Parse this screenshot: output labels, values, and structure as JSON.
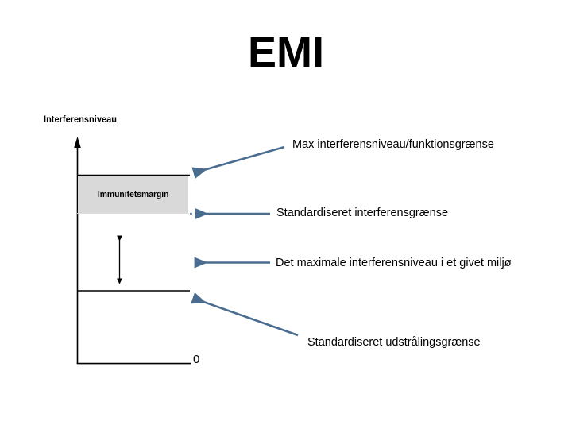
{
  "slide": {
    "title": "EMI",
    "background_color": "#ffffff"
  },
  "chart_data": {
    "type": "diagram",
    "title": "EMI",
    "ylabel": "Interferensniveau",
    "xlabel": "",
    "axis": {
      "y_axis_arrow": true,
      "x_baseline_tick_label": "0"
    },
    "bands": [
      {
        "name": "Immunitetsmargin",
        "label": "Immunitetsmargin",
        "fill_color": "#d9d9d9",
        "top_level_name": "Max interferensniveau/funktionsgrænse",
        "bottom_level_name": "Standardiseret interferensgrænse"
      }
    ],
    "levels": [
      {
        "id": "max-interference",
        "label": "Max interferensniveau/funktionsgrænse",
        "order": 1
      },
      {
        "id": "standard-interference",
        "label": "Standardiseret interferensgrænse",
        "order": 2
      },
      {
        "id": "max-environment",
        "label": "Det maximale interferensniveau i et givet miljø",
        "order": 3
      },
      {
        "id": "standard-emission",
        "label": "Standardiseret udstrålingsgrænse",
        "order": 4
      }
    ],
    "margin_arrow": {
      "name": "immunity-margin-span",
      "double_headed": true,
      "color": "#000000"
    },
    "connector_color": "#4a6c8f",
    "grid": false,
    "legend": false
  },
  "callouts": {
    "max_interference": "Max interferensniveau/funktionsgrænse",
    "standard_interference": "Standardiseret interferensgrænse",
    "max_environment": "Det maximale interferensniveau i et givet miljø",
    "standard_emission": "Standardiseret udstrålingsgrænse"
  },
  "labels": {
    "y_axis": "Interferensniveau",
    "immunity_margin": "Immunitetsmargin",
    "zero": "0"
  }
}
